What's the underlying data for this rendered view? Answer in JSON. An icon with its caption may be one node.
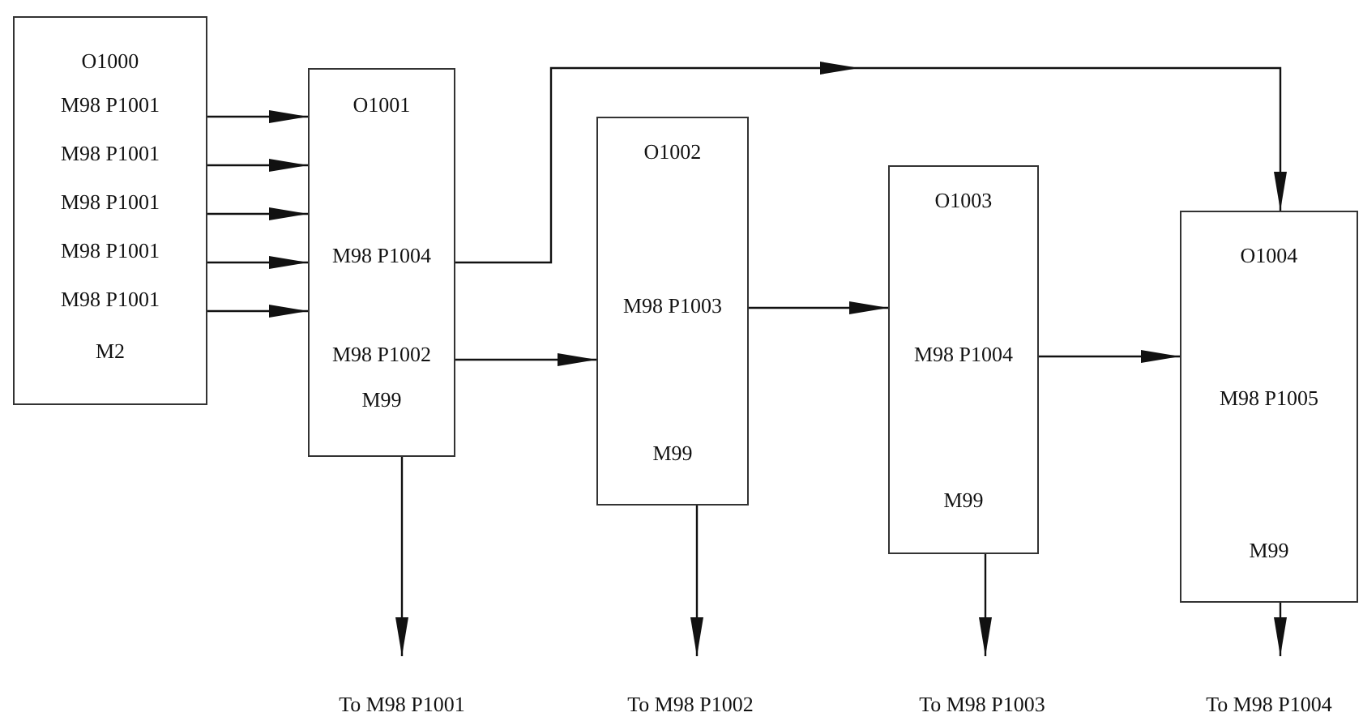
{
  "diagram": {
    "nodes": [
      {
        "text": [
          "O1000",
          "M98 P1001",
          "M98 P1001",
          "M98 P1001",
          "M98 P1001",
          "M98 P1001",
          "M2"
        ]
      },
      {
        "text": [
          "O1001",
          "M98 P1004",
          "M98 P1002",
          "M99"
        ]
      },
      {
        "text": [
          "O1002",
          "M98 P1003",
          "M99"
        ]
      },
      {
        "text": [
          "O1003",
          "M98 P1004",
          "M99"
        ]
      },
      {
        "text": [
          "O1004",
          "M98 P1005",
          "M99"
        ]
      },
      {
        "text": [
          "To M98 P1001"
        ]
      },
      {
        "text": [
          "To M98 P1002"
        ]
      },
      {
        "text": [
          "To M98 P1003"
        ]
      },
      {
        "text": [
          "To M98 P1004"
        ]
      }
    ],
    "edges": [
      {
        "from": 0,
        "to": 1,
        "arrow": "to"
      },
      {
        "from": 0,
        "to": 1,
        "arrow": "to"
      },
      {
        "from": 0,
        "to": 1,
        "arrow": "to"
      },
      {
        "from": 0,
        "to": 1,
        "arrow": "to"
      },
      {
        "from": 0,
        "to": 1,
        "arrow": "to"
      },
      {
        "from": 1,
        "to": 4,
        "arrow": "to"
      },
      {
        "from": 1,
        "to": 2,
        "arrow": "to"
      },
      {
        "from": 2,
        "to": 3,
        "arrow": "to"
      },
      {
        "from": 3,
        "to": 4,
        "arrow": "to"
      },
      {
        "from": 1,
        "to": 5,
        "arrow": "to"
      },
      {
        "from": 2,
        "to": 6,
        "arrow": "to"
      },
      {
        "from": 3,
        "to": 7,
        "arrow": "to"
      },
      {
        "from": 4,
        "to": 8,
        "arrow": "to"
      }
    ]
  }
}
